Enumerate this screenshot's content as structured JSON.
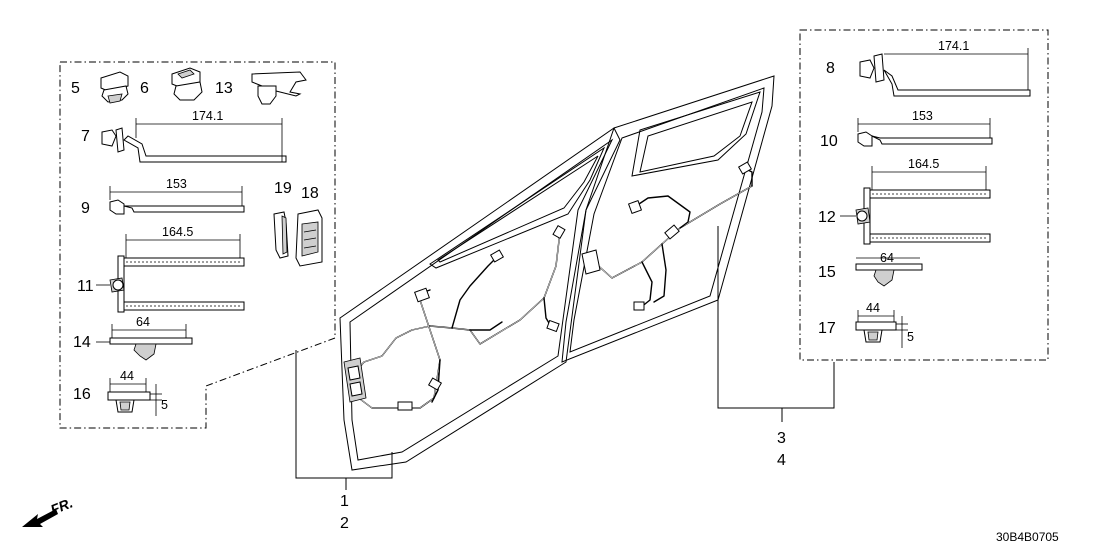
{
  "callouts": {
    "c1": "1",
    "c2": "2",
    "c3": "3",
    "c4": "4",
    "c5": "5",
    "c6": "6",
    "c7": "7",
    "c8": "8",
    "c9": "9",
    "c10": "10",
    "c11": "11",
    "c12": "12",
    "c13": "13",
    "c14": "14",
    "c15": "15",
    "c16": "16",
    "c17": "17",
    "c18": "18",
    "c19": "19"
  },
  "dimensions": {
    "d_174_left": "174.1",
    "d_153_left": "153",
    "d_164_left": "164.5",
    "d_64_left": "64",
    "d_44_left": "44",
    "d_5_left": "5",
    "d_174_right": "174.1",
    "d_153_right": "153",
    "d_164_right": "164.5",
    "d_64_right": "64",
    "d_44_right": "44",
    "d_5_right": "5"
  },
  "direction_label": "FR.",
  "diagram_code": "30B4B0705"
}
